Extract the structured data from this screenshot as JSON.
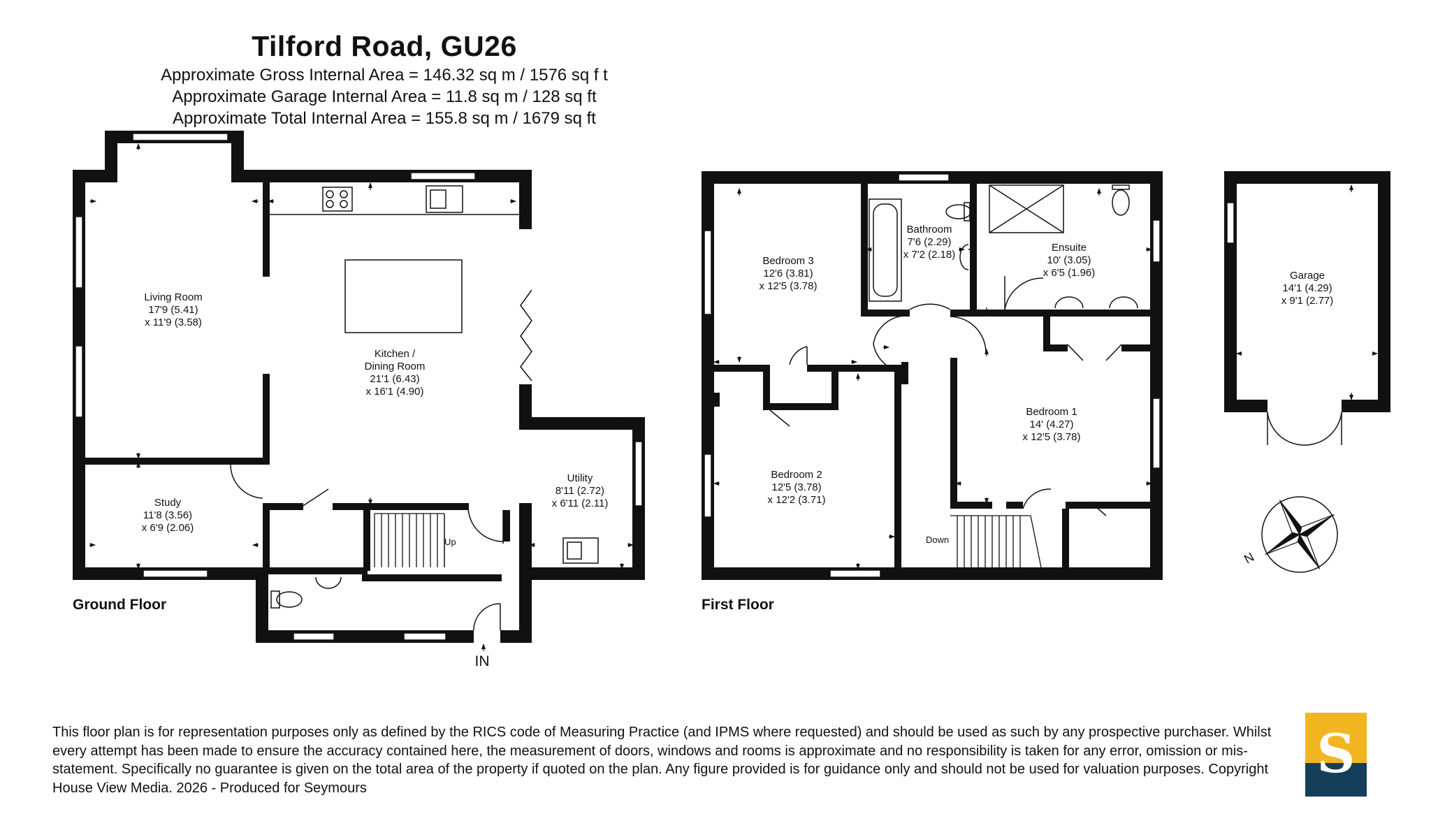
{
  "header": {
    "title": "Tilford Road, GU26",
    "gross_area": "Approximate Gross Internal Area = 146.32 sq m / 1576 sq f t",
    "garage_area": "Approximate Garage Internal Area = 11.8 sq m / 128 sq ft",
    "total_area": "Approximate Total Internal Area = 155.8 sq m / 1679 sq ft"
  },
  "ground_floor": {
    "label": "Ground Floor",
    "entrance_label": "IN",
    "stairs_label": "Up",
    "rooms": {
      "living": {
        "name": "Living Room",
        "dim1": "17'9 (5.41)",
        "dim2": "x 11'9 (3.58)"
      },
      "kitchen": {
        "name1": "Kitchen /",
        "name2": "Dining Room",
        "dim1": "21'1 (6.43)",
        "dim2": "x 16'1 (4.90)"
      },
      "study": {
        "name": "Study",
        "dim1": "11'8 (3.56)",
        "dim2": "x 6'9 (2.06)"
      },
      "utility": {
        "name": "Utility",
        "dim1": "8'11 (2.72)",
        "dim2": "x 6'11 (2.11)"
      }
    }
  },
  "first_floor": {
    "label": "First Floor",
    "stairs_label": "Down",
    "rooms": {
      "bedroom3": {
        "name": "Bedroom 3",
        "dim1": "12'6 (3.81)",
        "dim2": "x 12'5 (3.78)"
      },
      "bathroom": {
        "name": "Bathroom",
        "dim1": "7'6 (2.29)",
        "dim2": "x 7'2 (2.18)"
      },
      "ensuite": {
        "name": "Ensuite",
        "dim1": "10' (3.05)",
        "dim2": "x 6'5 (1.96)"
      },
      "bedroom1": {
        "name": "Bedroom 1",
        "dim1": "14' (4.27)",
        "dim2": "x 12'5 (3.78)"
      },
      "bedroom2": {
        "name": "Bedroom 2",
        "dim1": "12'5 (3.78)",
        "dim2": "x 12'2 (3.71)"
      }
    }
  },
  "garage": {
    "name": "Garage",
    "dim1": "14'1 (4.29)",
    "dim2": "x 9'1 (2.77)"
  },
  "compass": {
    "letter": "N"
  },
  "disclaimer": "This floor plan is for representation purposes only as defined by the RICS code of Measuring Practice (and IPMS where requested) and should be used as such by any prospective purchaser. Whilst every attempt has been made to ensure the accuracy contained here, the measurement of doors, windows and rooms is approximate and no responsibility is taken for any error, omission or mis-statement. Specifically no guarantee is given on the total area of the property if quoted on the plan. Any figure provided is for guidance only and should not be used for valuation purposes. Copyright House View Media. 2026 - Produced for Seymours",
  "logo": {
    "letter": "S",
    "colors": {
      "top": "#f3b623",
      "bottom": "#153e5b"
    }
  },
  "colors": {
    "wall": "#111111",
    "window": "#ffffff"
  }
}
